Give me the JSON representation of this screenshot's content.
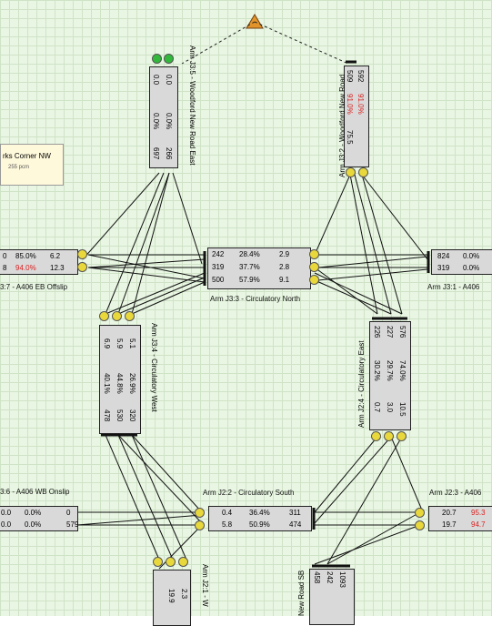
{
  "tooltip": {
    "line1": "rks Corner NW",
    "line2": "255 pcm"
  },
  "arms": {
    "j35": "Arm J3:5 - Woodford New Road East",
    "j32": "Arm J3:2 - Woodford New Road",
    "j37": "3:7 - A406 EB Offslip",
    "j33": "Arm J3:3 - Circulatory North",
    "j31": "Arm J3:1 - A406",
    "j34": "Arm J3:4 - Circulatory West",
    "j24": "Arm J2:4 - Circulatory East",
    "j26": "3:6 - A406 WB Onslip",
    "j22": "Arm J2:2 - Circulatory South",
    "j23": "Arm J2:3 - A406",
    "j21": "Arm J2:1 - W",
    "new_road": "New Road SB"
  },
  "j35_cols": [
    [
      "0.0",
      "0.0%",
      "697"
    ],
    [
      "0.0",
      "0.0%",
      "266"
    ]
  ],
  "j32_cols": [
    [
      "75.5",
      "91.0%",
      "509"
    ],
    [
      "",
      "91.0%",
      "592"
    ]
  ],
  "j37_rows": [
    [
      "0",
      "85.0%",
      "6.2"
    ],
    [
      "8",
      "94.0%",
      "12.3"
    ]
  ],
  "j33_rows": [
    [
      "242",
      "28.4%",
      "2.9"
    ],
    [
      "319",
      "37.7%",
      "2.8"
    ],
    [
      "500",
      "57.9%",
      "9.1"
    ]
  ],
  "j31_rows": [
    [
      "824",
      "0.0%"
    ],
    [
      "319",
      "0.0%"
    ]
  ],
  "j34_cols": [
    [
      "6.9",
      "40.1%",
      "478"
    ],
    [
      "5.9",
      "44.8%",
      "530"
    ],
    [
      "5.1",
      "26.9%",
      "320"
    ]
  ],
  "j24_cols": [
    [
      "226",
      "30.2%",
      "0.7"
    ],
    [
      "227",
      "29.7%",
      "3.0"
    ],
    [
      "576",
      "74.0%",
      "10.5"
    ]
  ],
  "j26_rows": [
    [
      "0.0",
      "0.0%",
      "0"
    ],
    [
      "0.0",
      "0.0%",
      "579"
    ]
  ],
  "j22_rows": [
    [
      "0.4",
      "36.4%",
      "311"
    ],
    [
      "5.8",
      "50.9%",
      "474"
    ]
  ],
  "j23_rows": [
    [
      "20.7",
      "95.3"
    ],
    [
      "19.7",
      "94.7"
    ]
  ],
  "j21_cols": [
    [
      "",
      "19.9",
      ""
    ],
    [
      "",
      "2.3",
      ""
    ]
  ],
  "new_road_cols": [
    "458",
    "242",
    "1093"
  ]
}
